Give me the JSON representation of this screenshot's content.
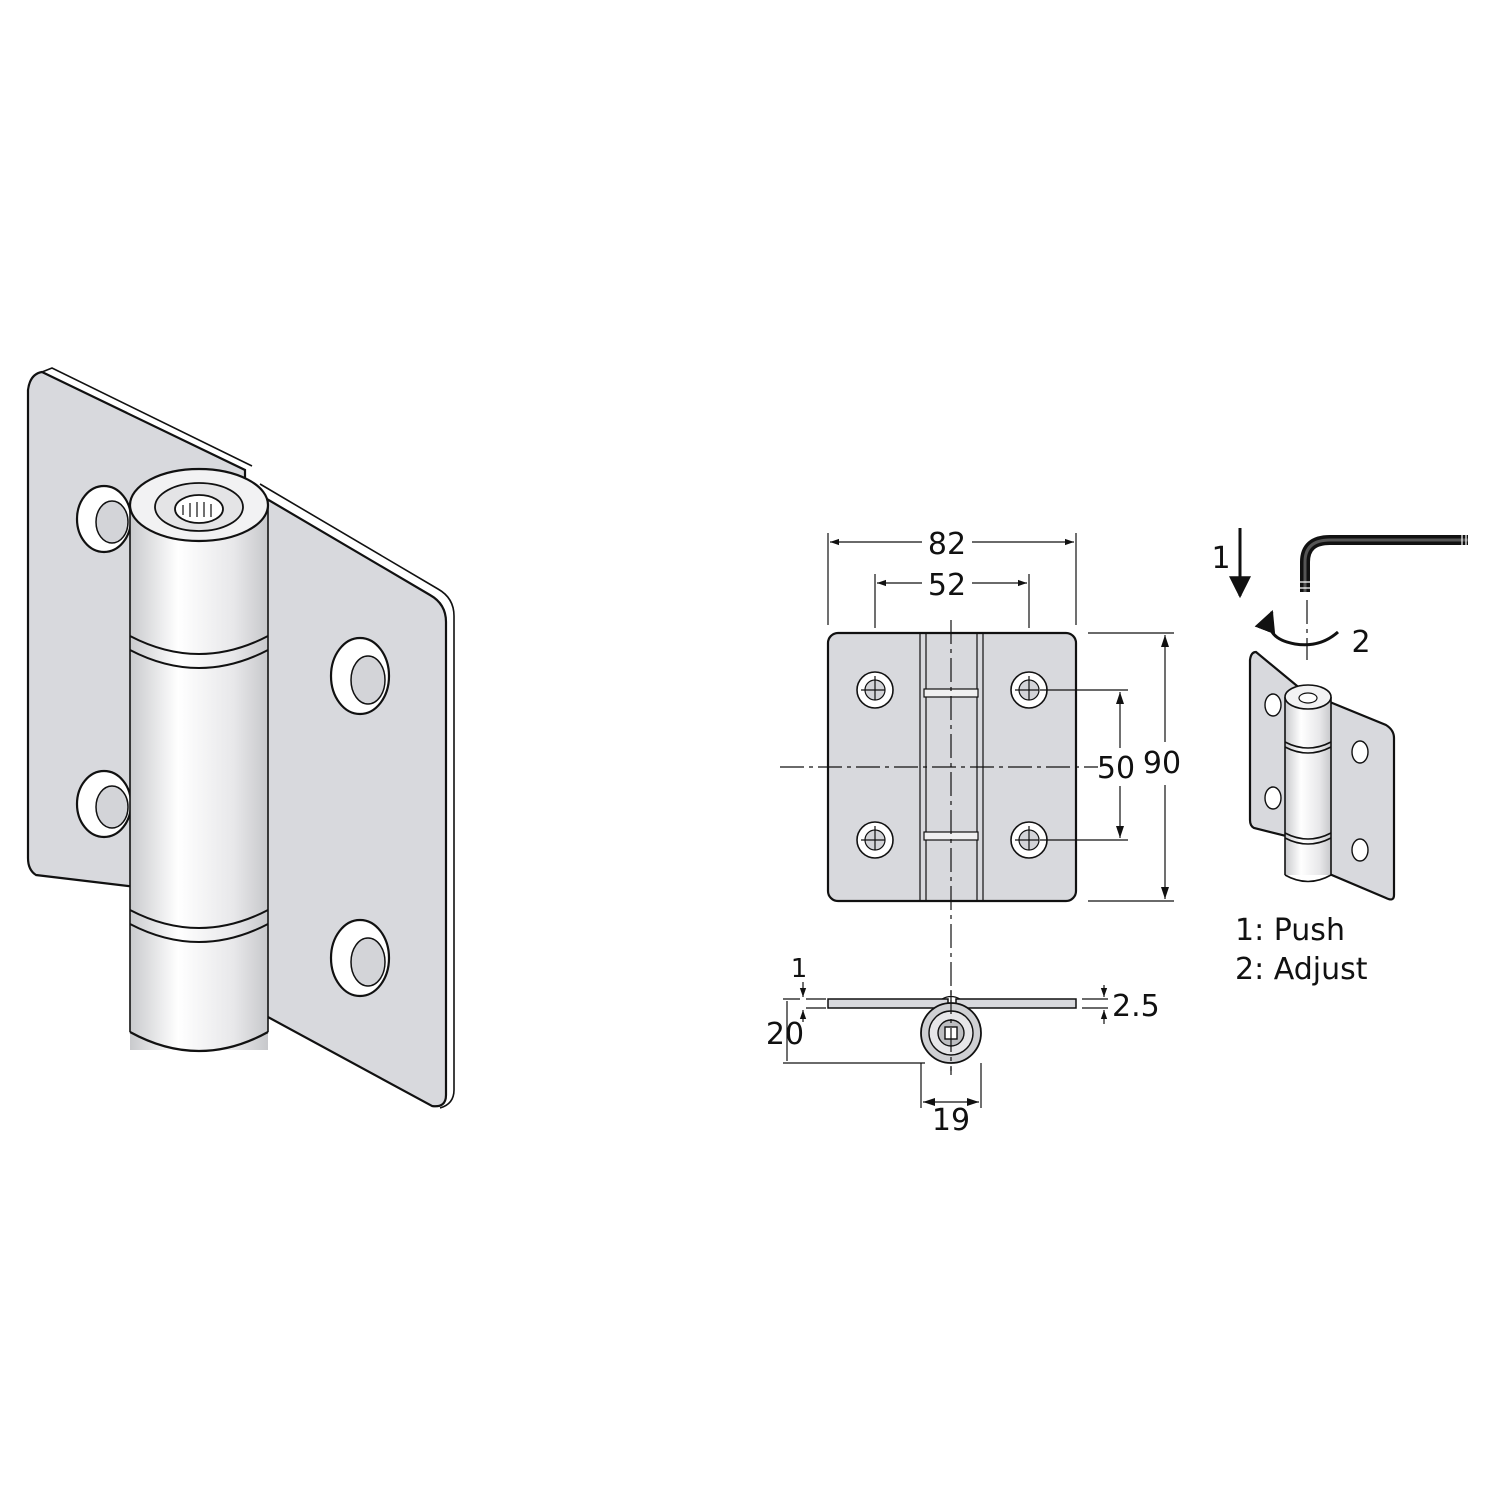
{
  "dimensions": {
    "width": "82",
    "hole_spacing_horizontal": "52",
    "hole_spacing_vertical": "50",
    "height": "90",
    "plate_thickness": "1",
    "knuckle_offset": "20",
    "overall_thickness": "2.5",
    "knuckle_diameter": "19"
  },
  "steps": {
    "step1_marker": "1",
    "step2_marker": "2"
  },
  "legend": {
    "line1": "1: Push",
    "line2": "2: Adjust"
  },
  "colors": {
    "plate_fill": "#d8d9dd",
    "knuckle_fill": "#ededee",
    "outline": "#111111"
  }
}
